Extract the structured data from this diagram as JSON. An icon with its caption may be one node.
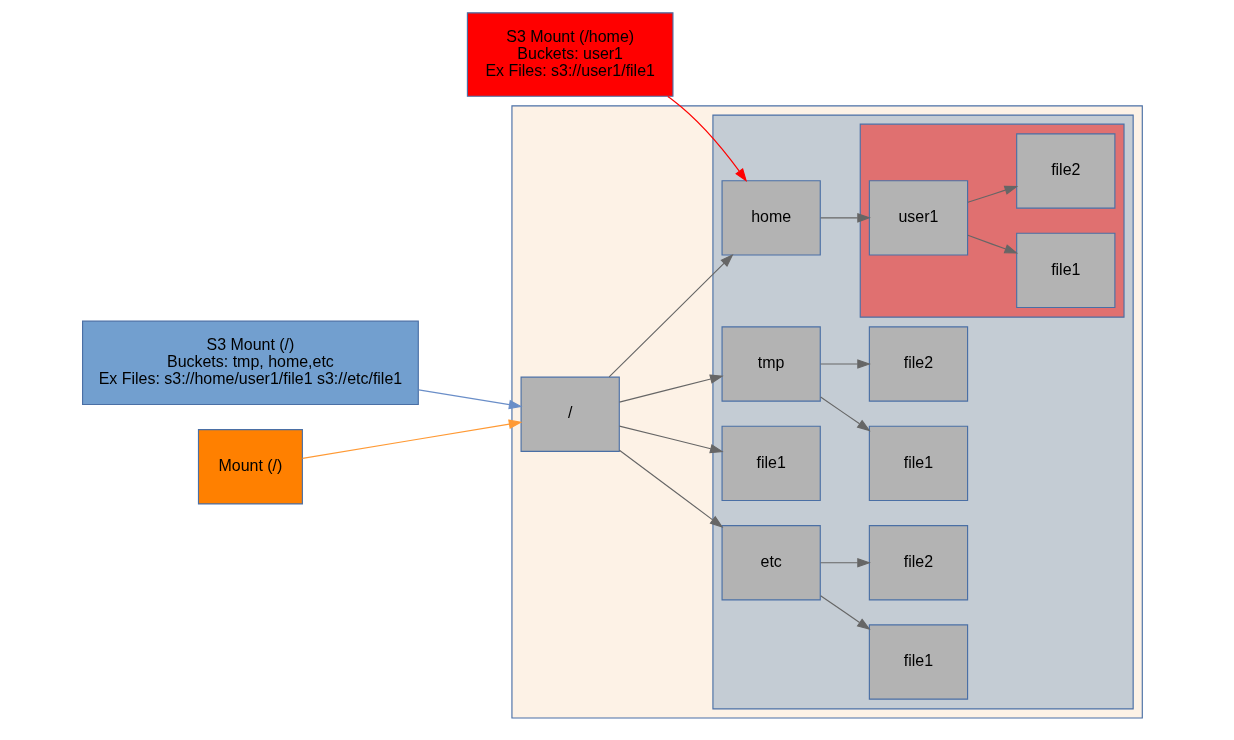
{
  "diagram": {
    "nodes": [
      {
        "text": [
          "S3 Mount (/home)",
          "Buckets: user1",
          "Ex Files: s3://user1/file1"
        ]
      },
      {
        "text": [
          "S3 Mount (/)",
          "Buckets: tmp, home,etc",
          "Ex Files: s3://home/user1/file1 s3://etc/file1"
        ]
      },
      {
        "text": [
          "Mount (/)"
        ]
      },
      {
        "text": [],
        "shape": "box"
      },
      {
        "text": [],
        "shape": "box",
        "in": 3
      },
      {
        "text": [
          "/"
        ],
        "in": 3
      },
      {
        "text": [
          "tmp"
        ],
        "in": 4
      },
      {
        "text": [
          "file1"
        ],
        "in": 4
      },
      {
        "text": [
          "file2"
        ],
        "in": 4
      },
      {
        "text": [
          "home"
        ],
        "in": 4
      },
      {
        "text": [],
        "shape": "box",
        "in": 4
      },
      {
        "text": [
          "user1"
        ],
        "in": 10
      },
      {
        "text": [
          "file1"
        ],
        "in": 10
      },
      {
        "text": [
          "file2"
        ],
        "in": 10
      },
      {
        "text": [
          "etc"
        ],
        "in": 4
      },
      {
        "text": [
          "file2"
        ],
        "in": 4
      },
      {
        "text": [
          "file1"
        ],
        "in": 4
      },
      {
        "text": [
          "file1"
        ],
        "in": 4
      }
    ],
    "edges": [
      {
        "from": 0,
        "to": 9,
        "arrow": "to",
        "color": "#ff0000"
      },
      {
        "from": 1,
        "to": 5,
        "arrow": "to",
        "color": "#6a8ec8"
      },
      {
        "from": 2,
        "to": 5,
        "arrow": "to",
        "color": "#ff9933"
      },
      {
        "from": 5,
        "to": 6,
        "arrow": "to"
      },
      {
        "from": 5,
        "to": 9,
        "arrow": "to"
      },
      {
        "from": 5,
        "to": 14,
        "arrow": "to"
      },
      {
        "from": 5,
        "to": 17,
        "arrow": "to"
      },
      {
        "from": 6,
        "to": 7,
        "arrow": "to"
      },
      {
        "from": 6,
        "to": 8,
        "arrow": "to"
      },
      {
        "from": 9,
        "to": 11,
        "arrow": "to"
      },
      {
        "from": 11,
        "to": 12,
        "arrow": "to"
      },
      {
        "from": 11,
        "to": 13,
        "arrow": "to"
      },
      {
        "from": 14,
        "to": 15,
        "arrow": "to"
      },
      {
        "from": 14,
        "to": 16,
        "arrow": "to"
      }
    ]
  }
}
